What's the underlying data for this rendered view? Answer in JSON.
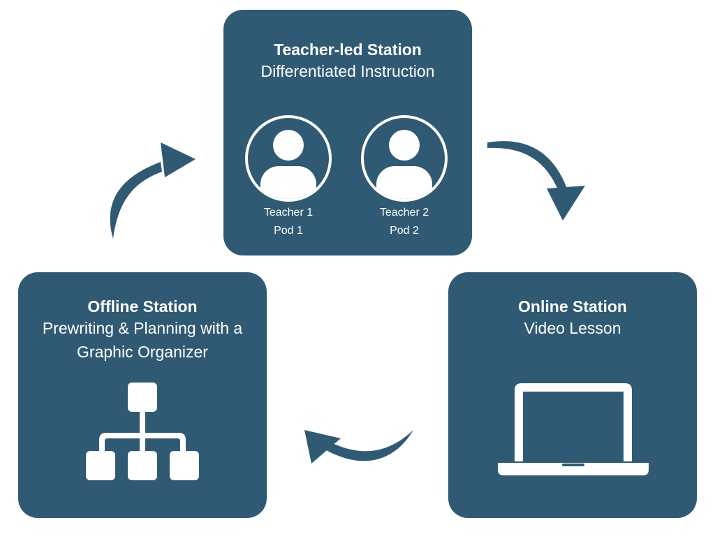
{
  "colors": {
    "station_fill": "#305a73",
    "icon_fill": "#ffffff",
    "arrow_fill": "#305a73"
  },
  "stations": {
    "teacher_led": {
      "title": "Teacher-led Station",
      "subtitle": "Differentiated Instruction",
      "pods": [
        {
          "teacher": "Teacher 1",
          "pod": "Pod 1"
        },
        {
          "teacher": "Teacher 2",
          "pod": "Pod 2"
        }
      ],
      "icon": "person-icon"
    },
    "online": {
      "title": "Online Station",
      "subtitle": "Video Lesson",
      "icon": "laptop-icon"
    },
    "offline": {
      "title": "Offline Station",
      "subtitle_line1": "Prewriting & Planning with a",
      "subtitle_line2": "Graphic Organizer",
      "icon": "org-chart-icon"
    }
  },
  "flow": [
    "offline",
    "teacher_led",
    "online"
  ]
}
